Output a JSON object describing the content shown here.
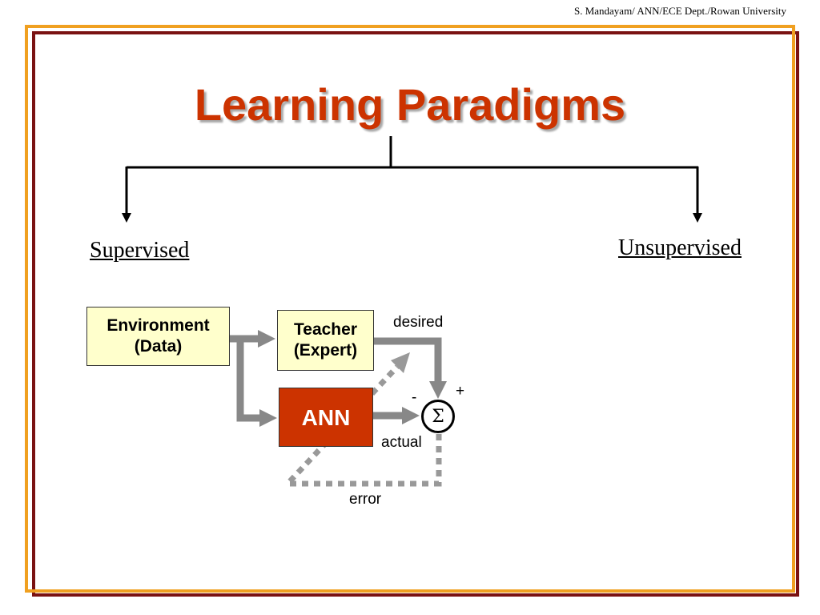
{
  "header": {
    "credit": "S. Mandayam/ ANN/ECE Dept./Rowan University"
  },
  "title": "Learning Paradigms",
  "branches": {
    "left": "Supervised",
    "right": "Unsupervised"
  },
  "diagram": {
    "environment": {
      "line1": "Environment",
      "line2": "(Data)"
    },
    "teacher": {
      "line1": "Teacher",
      "line2": "(Expert)"
    },
    "ann": "ANN",
    "summer_symbol": "Σ",
    "labels": {
      "desired": "desired",
      "actual": "actual",
      "error": "error",
      "minus": "-",
      "plus": "+"
    }
  },
  "colors": {
    "title": "#cc3300",
    "box_fill": "#ffffcc",
    "ann_fill": "#cc3300",
    "arrow": "#808080",
    "frame_outer": "#7a1212",
    "frame_inner": "#f0a020"
  }
}
